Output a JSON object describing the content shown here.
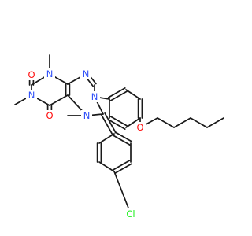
{
  "molecule": {
    "atoms": {
      "O_upper": {
        "text": "O",
        "color": "#ff0d0d"
      },
      "O_lower": {
        "text": "O",
        "color": "#ff0d0d"
      },
      "O_ether": {
        "text": "O",
        "color": "#ff0d0d"
      },
      "N1": {
        "text": "N",
        "color": "#3050f8"
      },
      "N3": {
        "text": "N",
        "color": "#3050f8"
      },
      "N_imine": {
        "text": "N",
        "color": "#3050f8"
      },
      "N_bridge": {
        "text": "N",
        "color": "#3050f8"
      },
      "N_aryl": {
        "text": "N",
        "color": "#3050f8"
      },
      "Cl": {
        "text": "Cl",
        "color": "#1ff01f"
      }
    }
  }
}
